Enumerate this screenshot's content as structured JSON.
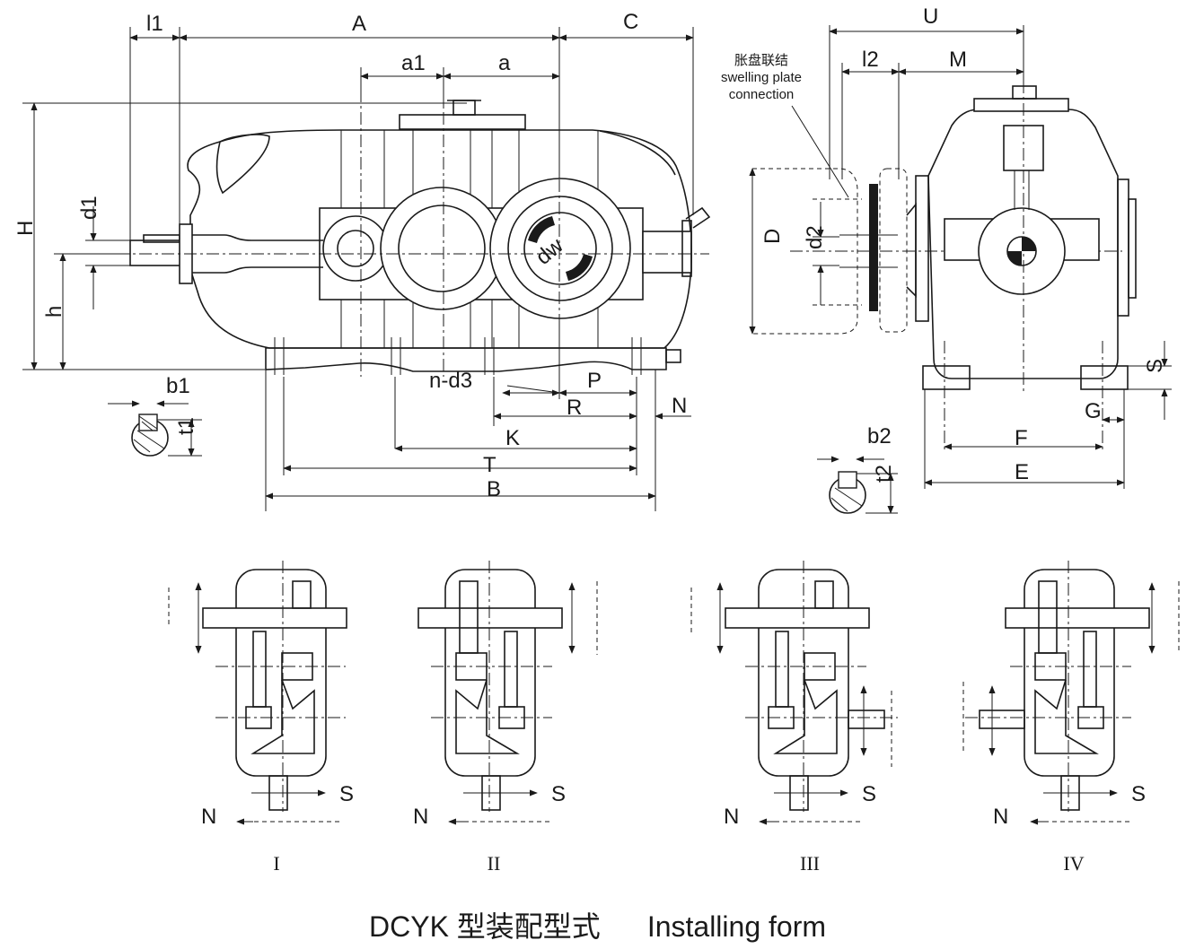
{
  "main_view": {
    "dims": {
      "l1": "l1",
      "A": "A",
      "C": "C",
      "a1": "a1",
      "a": "a",
      "H": "H",
      "d1": "d1",
      "h": "h",
      "b1": "b1",
      "t1": "t1",
      "n_d3": "n-d3",
      "P": "P",
      "R": "R",
      "N": "N",
      "K": "K",
      "T": "T",
      "B": "B",
      "dw": "dw"
    }
  },
  "side_view": {
    "dims": {
      "U": "U",
      "l2": "l2",
      "M": "M",
      "D": "D",
      "d2": "d2",
      "S": "S",
      "G": "G",
      "F": "F",
      "E": "E",
      "b2": "b2",
      "t2": "t2"
    },
    "note_cn": "胀盘联结",
    "note_en_line1": "swelling plate",
    "note_en_line2": "connection"
  },
  "installing_forms": [
    {
      "roman": "I",
      "S": "S",
      "N": "N"
    },
    {
      "roman": "II",
      "S": "S",
      "N": "N"
    },
    {
      "roman": "III",
      "S": "S",
      "N": "N"
    },
    {
      "roman": "IV",
      "S": "S",
      "N": "N"
    }
  ],
  "caption": {
    "cn": "DCYK 型装配型式",
    "en": "Installing form"
  }
}
